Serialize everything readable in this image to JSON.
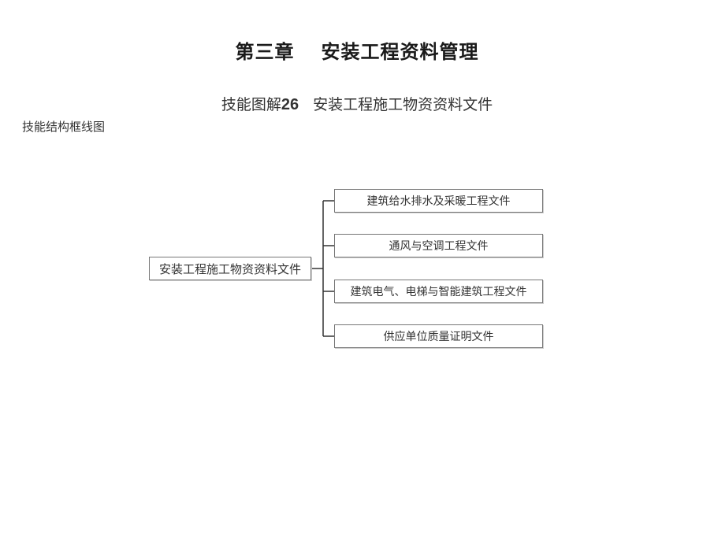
{
  "header": {
    "chapter_number": "第三章",
    "chapter_title": "安装工程资料管理"
  },
  "subtitle": {
    "prefix": "技能图解",
    "number": "26",
    "title": "安装工程施工物资资料文件"
  },
  "section_label": "技能结构框线图",
  "diagram": {
    "root": "安装工程施工物资资料文件",
    "children": [
      "建筑给水排水及采暖工程文件",
      "通风与空调工程文件",
      "建筑电气、电梯与智能建筑工程文件",
      "供应单位质量证明文件"
    ]
  }
}
